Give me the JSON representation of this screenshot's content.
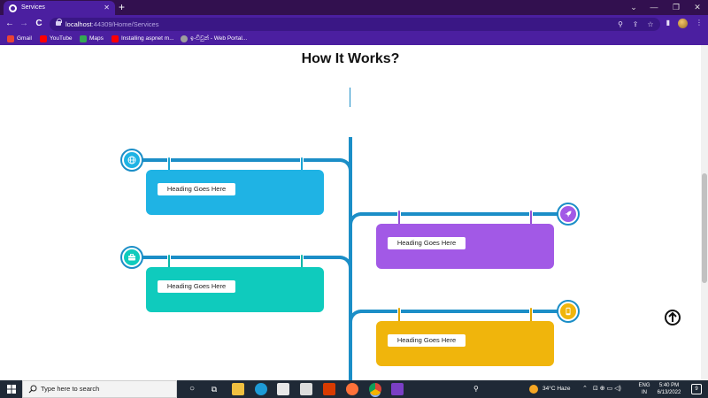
{
  "browser": {
    "tab_title": "Services",
    "new_tab_symbol": "+",
    "url_host": "localhost",
    "url_path": ":44309/Home/Services",
    "back_symbol": "←",
    "forward_symbol": "→",
    "reload_symbol": "C",
    "bookmarks": [
      {
        "label": "Gmail",
        "icon": "gmail-icon",
        "color": "#ea4335"
      },
      {
        "label": "YouTube",
        "icon": "youtube-icon",
        "color": "#ff0000"
      },
      {
        "label": "Maps",
        "icon": "maps-icon",
        "color": "#34a853"
      },
      {
        "label": "Installing aspnet m...",
        "icon": "youtube-icon",
        "color": "#ff0000"
      },
      {
        "label": "ඉ-ඩිවුන් - Web Portal...",
        "icon": "globe-icon",
        "color": "#9e9e9e"
      }
    ],
    "accent": "#4b1fa0"
  },
  "page": {
    "heading": "How It Works?",
    "timeline_color": "#1b8ec7",
    "steps": [
      {
        "label": "Heading Goes Here",
        "color": "#1fb3e4",
        "pin_color": "#1aa4d3",
        "icon": "globe-icon",
        "side": "left"
      },
      {
        "label": "Heading Goes Here",
        "color": "#a259e6",
        "pin_color": "#9550d6",
        "icon": "rocket-icon",
        "side": "right"
      },
      {
        "label": "Heading Goes Here",
        "color": "#0fcbbd",
        "pin_color": "#0cb6a8",
        "icon": "briefcase-icon",
        "side": "left"
      },
      {
        "label": "Heading Goes Here",
        "color": "#f0b50c",
        "pin_color": "#e0a600",
        "icon": "mobile-icon",
        "side": "right"
      }
    ]
  },
  "taskbar": {
    "search_placeholder": "Type here to search",
    "weather": "34°C  Haze",
    "lang_top": "ENG",
    "lang_bottom": "IN",
    "time": "5:40 PM",
    "date": "6/13/2022",
    "notification_count": "9"
  }
}
